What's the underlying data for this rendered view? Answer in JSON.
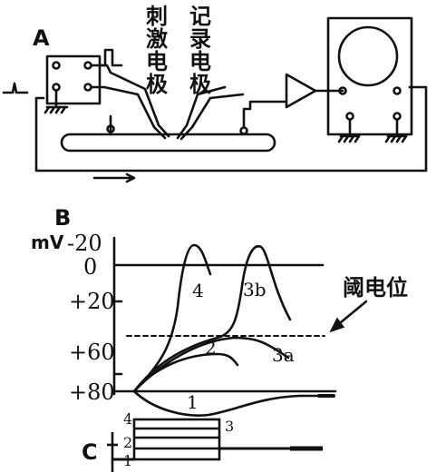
{
  "panel_a": {
    "label": "A",
    "stim_electrode": "刺激电极",
    "record_electrode": "记录电极"
  },
  "panel_b": {
    "label": "B",
    "unit": "mV",
    "y_ticks": [
      "-20",
      "0",
      "+20",
      "+60",
      "+80"
    ],
    "threshold_label": "阈电位",
    "curve_labels": [
      "1",
      "2",
      "3a",
      "3b",
      "4"
    ]
  },
  "panel_c": {
    "label": "C",
    "step_labels": [
      "1",
      "2",
      "3",
      "4"
    ]
  },
  "colors": {
    "ink": "#111111",
    "background": "#ffffff"
  }
}
